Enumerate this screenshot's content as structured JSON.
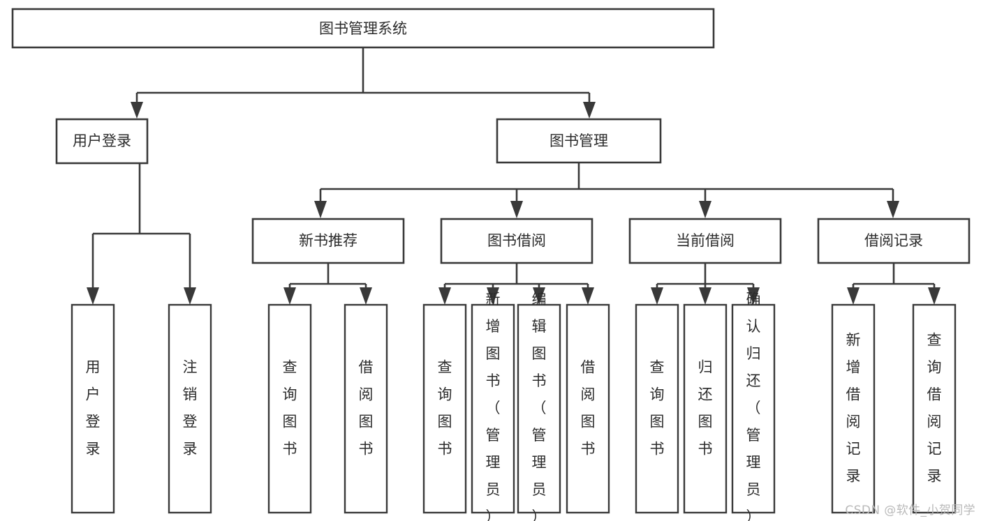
{
  "diagram": {
    "type": "tree",
    "title": "图书管理系统",
    "watermark": "CSDN @软件_小贺同学",
    "colors": {
      "stroke": "#393939",
      "box_fill": "#ffffff",
      "text": "#2b2b2b",
      "background": "#ffffff",
      "watermark": "#b9b9b9"
    },
    "root": {
      "label": "图书管理系统"
    },
    "level2": [
      {
        "label": "用户登录"
      },
      {
        "label": "图书管理"
      }
    ],
    "level3": [
      {
        "label": "新书推荐"
      },
      {
        "label": "图书借阅"
      },
      {
        "label": "当前借阅"
      },
      {
        "label": "借阅记录"
      }
    ],
    "leaves": {
      "user_login": [
        {
          "label": "用户登录"
        },
        {
          "label": "注销登录"
        }
      ],
      "new_book": [
        {
          "label": "查询图书"
        },
        {
          "label": "借阅图书"
        }
      ],
      "book_borrow": [
        {
          "label": "查询图书"
        },
        {
          "label": "新增图书（管理员）"
        },
        {
          "label": "编辑图书（管理员）"
        },
        {
          "label": "借阅图书"
        }
      ],
      "current_borrow": [
        {
          "label": "查询图书"
        },
        {
          "label": "归还图书"
        },
        {
          "label": "确认归还（管理员）"
        }
      ],
      "borrow_record": [
        {
          "label": "新增借阅记录"
        },
        {
          "label": "查询借阅记录"
        }
      ]
    }
  }
}
